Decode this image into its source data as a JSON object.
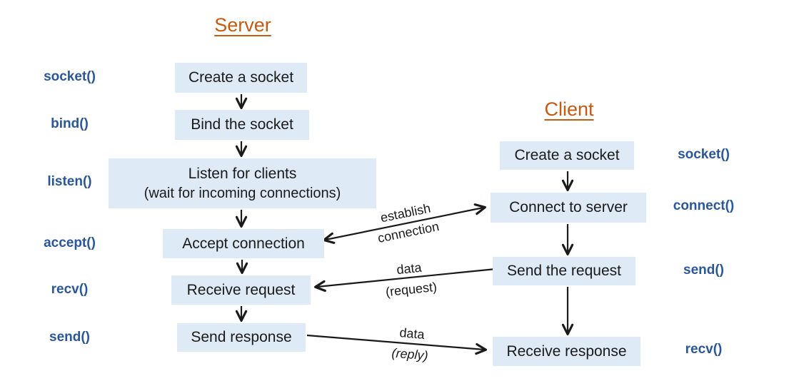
{
  "server": {
    "title": "Server",
    "steps": [
      {
        "label": "Create a socket",
        "api": "socket()"
      },
      {
        "label": "Bind the socket",
        "api": "bind()"
      },
      {
        "label": "Listen for clients",
        "sublabel": "(wait for incoming connections)",
        "api": "listen()"
      },
      {
        "label": "Accept connection",
        "api": "accept()"
      },
      {
        "label": "Receive request",
        "api": "recv()"
      },
      {
        "label": "Send response",
        "api": "send()"
      }
    ]
  },
  "client": {
    "title": "Client",
    "steps": [
      {
        "label": "Create a socket",
        "api": "socket()"
      },
      {
        "label": "Connect to server",
        "api": "connect()"
      },
      {
        "label": "Send the request",
        "api": "send()"
      },
      {
        "label": "Receive response",
        "api": "recv()"
      }
    ]
  },
  "connections": {
    "establish": {
      "line1": "establish",
      "line2": "connection"
    },
    "request": {
      "line1": "data",
      "line2": "(request)"
    },
    "reply": {
      "line1": "data",
      "line2": "(reply)"
    }
  },
  "colors": {
    "box_fill": "#deebf7",
    "title_color": "#c55a11",
    "api_color": "#2a5799",
    "arrow_color": "#1a1a1a"
  }
}
